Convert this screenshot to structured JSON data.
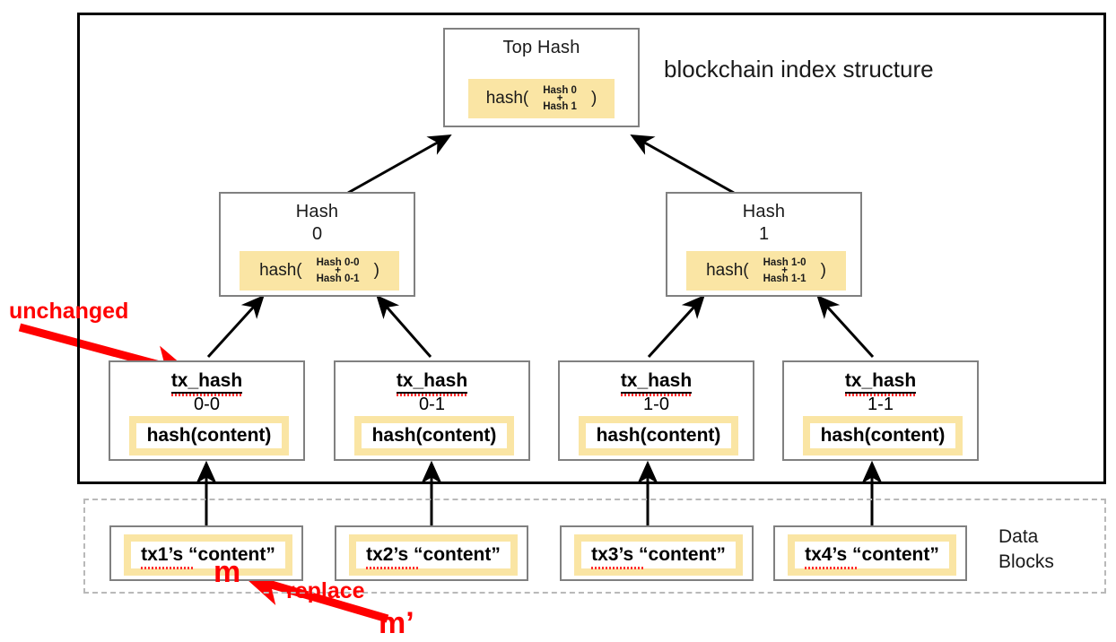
{
  "diagram": {
    "title": "blockchain index structure",
    "data_blocks_caption_line1": "Data",
    "data_blocks_caption_line2": "Blocks"
  },
  "root": {
    "title": "Top Hash",
    "hash_word": "hash(",
    "close_paren": ")",
    "arg_top": "Hash 0",
    "arg_plus": "+",
    "arg_bottom": "Hash 1"
  },
  "internal_nodes": [
    {
      "name": "hash-0",
      "title": "Hash",
      "index": "0",
      "hash_word": "hash(",
      "close_paren": ")",
      "arg_top": "Hash 0-0",
      "arg_plus": "+",
      "arg_bottom": "Hash 0-1"
    },
    {
      "name": "hash-1",
      "title": "Hash",
      "index": "1",
      "hash_word": "hash(",
      "close_paren": ")",
      "arg_top": "Hash 1-0",
      "arg_plus": "+",
      "arg_bottom": "Hash 1-1"
    }
  ],
  "leaf_nodes": [
    {
      "label": "tx_hash",
      "index": "0-0",
      "content": "hash(content)"
    },
    {
      "label": "tx_hash",
      "index": "0-1",
      "content": "hash(content)"
    },
    {
      "label": "tx_hash",
      "index": "1-0",
      "content": "hash(content)"
    },
    {
      "label": "tx_hash",
      "index": "1-1",
      "content": "hash(content)"
    }
  ],
  "data_blocks": [
    {
      "text": "tx1’s “content”"
    },
    {
      "text": "tx2’s “content”"
    },
    {
      "text": "tx3’s “content”"
    },
    {
      "text": "tx4’s “content”"
    }
  ],
  "annotations": {
    "unchanged": "unchanged",
    "replace": "replace",
    "original_message": "m",
    "new_message": "m’"
  },
  "colors": {
    "highlight_yellow": "#fae5a4",
    "annotation_red": "#ff0000",
    "node_border": "#808080",
    "frame_border": "#000000",
    "dashed_border": "#b9b9b9"
  }
}
